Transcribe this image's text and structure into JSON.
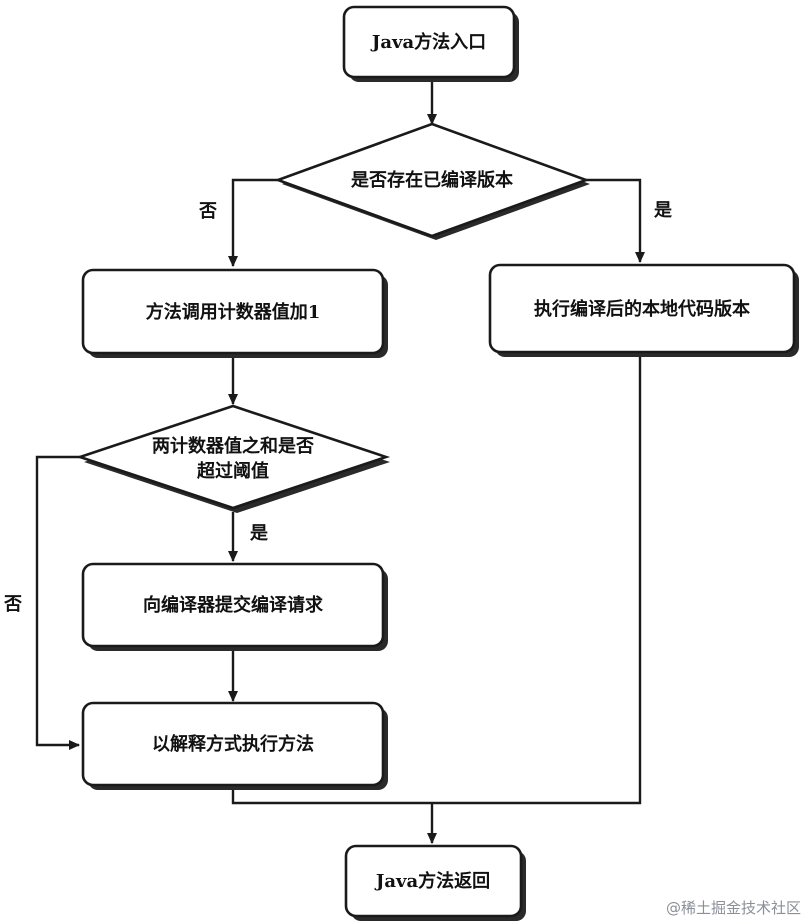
{
  "nodes": {
    "java_entry": "Java方法入口",
    "has_compiled": "是否存在已编译版本",
    "counter_inc": "方法调用计数器值加1",
    "exceed_line1": "两计数器值之和是否",
    "exceed_line2": "超过阈值",
    "run_native": "执行编译后的本地代码版本",
    "submit_compile": "向编译器提交编译请求",
    "interpret": "以解释方式执行方法",
    "java_return": "Java方法返回"
  },
  "edge_labels": {
    "compiled_no": "否",
    "compiled_yes": "是",
    "exceed_yes": "是",
    "exceed_no": "否"
  },
  "watermark": "@稀土掘金技术社区"
}
